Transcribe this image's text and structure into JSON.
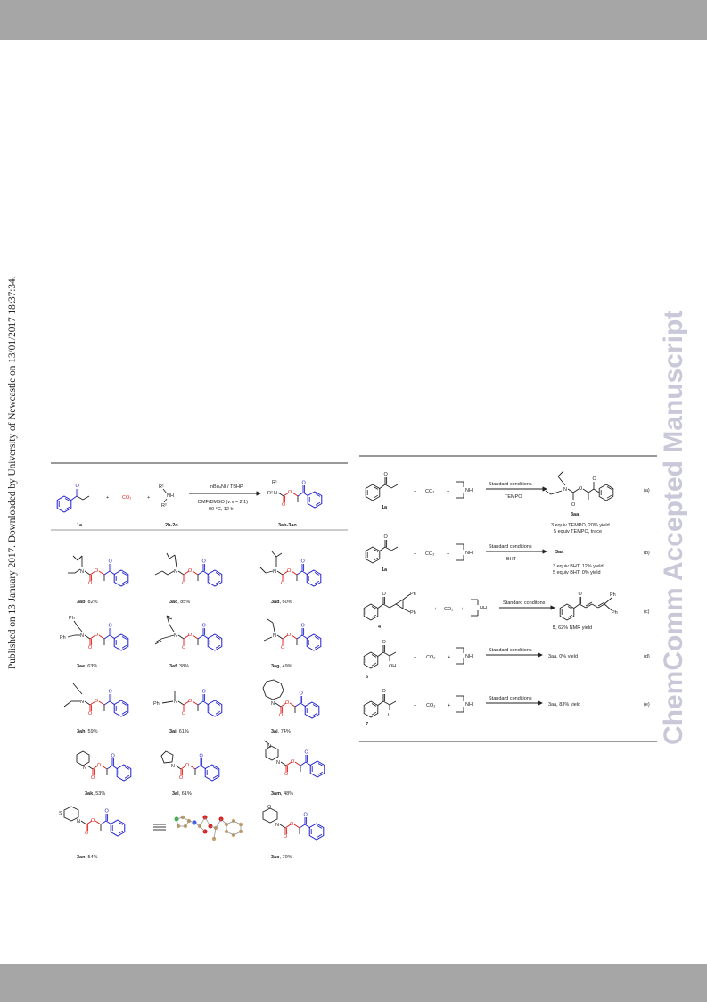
{
  "side_note": "Published on 13 January 2017. Downloaded by University of Newcastle on 13/01/2017 18:37:34.",
  "watermark": "ChemComm Accepted Manuscript",
  "scheme_left": {
    "reaction": {
      "reagent_1": "1a",
      "co2": "CO₂",
      "amine_top": "R¹",
      "amine_nh": "NH",
      "amine_bottom": "R²",
      "amine_label": "2b-2o",
      "conditions_top": "nBu₄NI / TBHP",
      "conditions_bottom_1": "DMF/DMSO (v:v = 2:1)",
      "conditions_bottom_2": "90 °C, 12 h",
      "product_label": "3ab-3ao",
      "plus": "+"
    },
    "products": [
      {
        "id": "3ab",
        "yield": ", 82%"
      },
      {
        "id": "3ac",
        "yield": ", 85%"
      },
      {
        "id": "3ad",
        "yield": ", 60%"
      },
      {
        "id": "3ae",
        "yield": ", 63%"
      },
      {
        "id": "3af",
        "yield": ", 38%"
      },
      {
        "id": "3ag",
        "yield": ", 49%"
      },
      {
        "id": "3ah",
        "yield": ", 59%"
      },
      {
        "id": "3ai",
        "yield": ", 61%"
      },
      {
        "id": "3aj",
        "yield": ", 74%"
      },
      {
        "id": "3ak",
        "yield": ", 53%"
      },
      {
        "id": "3al",
        "yield": ", 61%"
      },
      {
        "id": "3am",
        "yield": ", 48%"
      },
      {
        "id": "3an",
        "yield": ", 54%"
      },
      {
        "id": "3ao",
        "yield": ", 70%"
      }
    ],
    "ph": "Ph"
  },
  "scheme_right": {
    "rows": [
      {
        "tag": "(a)",
        "reactant": "1a",
        "arrow_top": "Standard conditions",
        "arrow_bottom": "TEMPO",
        "product": "3aa",
        "note_1": "3 equiv TEMPO, 20% yield",
        "note_2": "5 equiv TEMPO, trace"
      },
      {
        "tag": "(b)",
        "reactant": "1a",
        "arrow_top": "Standard conditions",
        "arrow_bottom": "BHT",
        "product": "3aa",
        "note_1": "3 equiv BHT, 12% yield",
        "note_2": "5 equiv BHT, 0%  yield"
      },
      {
        "tag": "(c)",
        "reactant": "4",
        "arrow_top": "Standard conditons",
        "arrow_bottom": "",
        "product": "5",
        "note_1": ", 62% NMR yield",
        "note_2": ""
      },
      {
        "tag": "(d)",
        "reactant": "6",
        "arrow_top": "Standard conditions",
        "arrow_bottom": "",
        "product": "",
        "note_1": "3aa, 0% yield",
        "note_2": ""
      },
      {
        "tag": "(e)",
        "reactant": "7",
        "arrow_top": "Standard conditions",
        "arrow_bottom": "",
        "product": "",
        "note_1": "3aa, 83% yield",
        "note_2": ""
      }
    ],
    "co2": "CO₂",
    "nh": "NH",
    "plus": "+",
    "ph": "Ph",
    "oh": "OH",
    "iodo": "I"
  },
  "colors": {
    "band": "#a6a6a6",
    "blue": "#2020d0",
    "red": "#e01818",
    "watermark": "#c8c8d8"
  }
}
